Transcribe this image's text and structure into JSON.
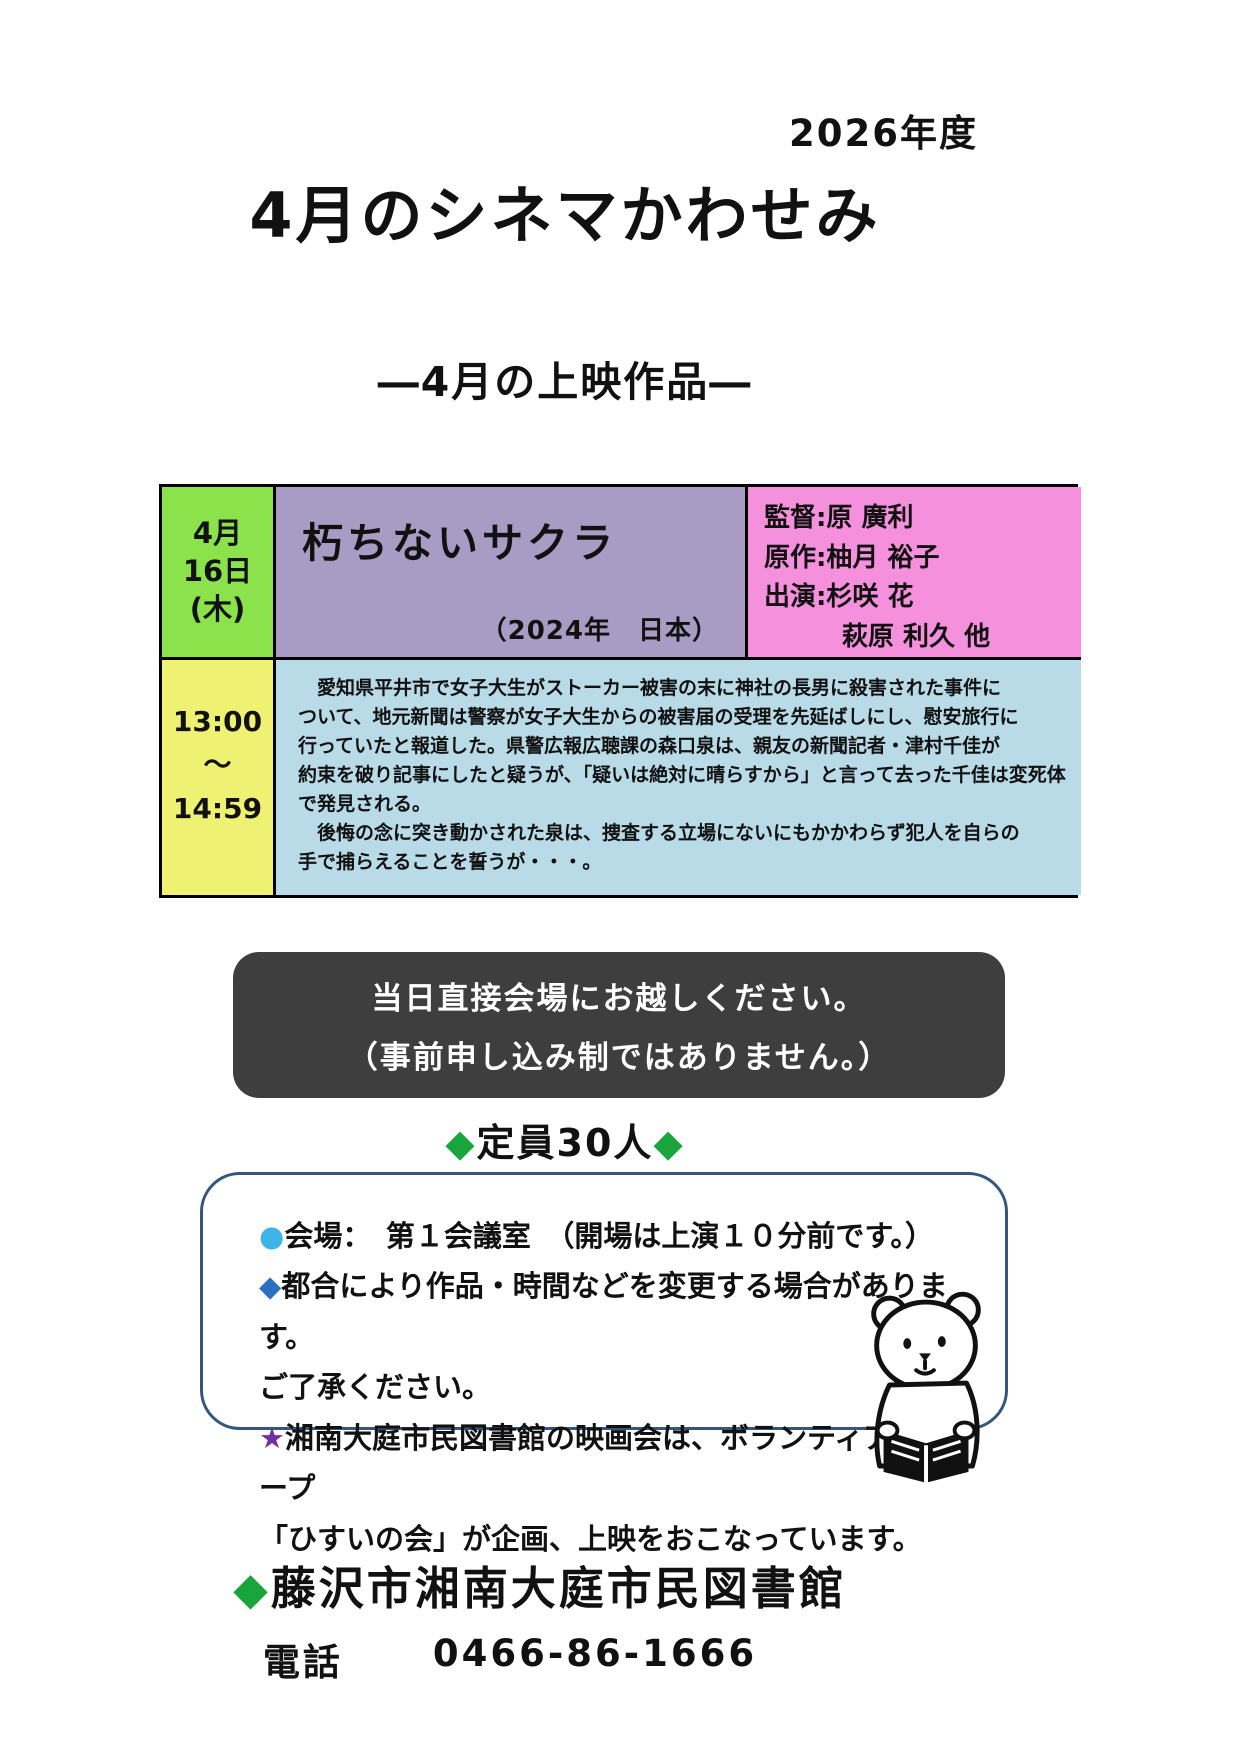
{
  "colors": {
    "date_cell": "#8ce24b",
    "title_cell": "#a89bc4",
    "credits_cell": "#f490dc",
    "time_cell": "#eef172",
    "synopsis_cell": "#b8dbe7",
    "notice_box": "#3e3e3e",
    "accent_green": "#17a53c",
    "bullet_circle": "#3cb4e5",
    "bullet_diamond": "#2b6fc2",
    "bullet_star": "#7030a0",
    "info_border": "#35567c"
  },
  "header": {
    "fiscal_year": "2026年度",
    "title": "4月のシネマかわせみ",
    "subtitle": "―4月の上映作品―"
  },
  "screening": {
    "date": "4月\n16日\n(木)",
    "film_title": "朽ちないサクラ",
    "film_year_country": "（2024年　日本）",
    "credits": "監督:原 廣利\n原作:柚月 裕子\n出演:杉咲 花\n　　　萩原 利久 他",
    "time_range": "13:00\n〜\n14:59",
    "synopsis": "　愛知県平井市で女子大生がストーカー被害の末に神社の長男に殺害された事件に\nついて、地元新聞は警察が女子大生からの被害届の受理を先延ばしにし、慰安旅行に\n行っていたと報道した。県警広報広聴課の森口泉は、親友の新聞記者・津村千佳が\n約束を破り記事にしたと疑うが、「疑いは絶対に晴らすから」と言って去った千佳は変死体\nで発見される。\n　後悔の念に突き動かされた泉は、捜査する立場にないにもかかわらず犯人を自らの\n手で捕らえることを誓うが・・・。"
  },
  "notice": {
    "line1": "当日直接会場にお越しください。",
    "line2": "（事前申し込み制ではありません。）"
  },
  "capacity": {
    "left_diamond": "◆",
    "label": "定員30人",
    "right_diamond": "◆"
  },
  "info": {
    "items": [
      {
        "bullet": "●",
        "text": "会場：　第１会議室　（開場は上演１０分前です。）"
      },
      {
        "bullet": "◆",
        "text": "都合により作品・時間などを変更する場合があります。\nご了承ください。"
      },
      {
        "bullet": "★",
        "text": "湘南大庭市民図書館の映画会は、ボランティアグループ\n「ひすいの会」が企画、上映をおこなっています。"
      }
    ]
  },
  "footer": {
    "diamond": "◆",
    "library_name": "藤沢市湘南大庭市民図書館",
    "phone_label": "電話",
    "phone_number": "0466-86-1666"
  }
}
